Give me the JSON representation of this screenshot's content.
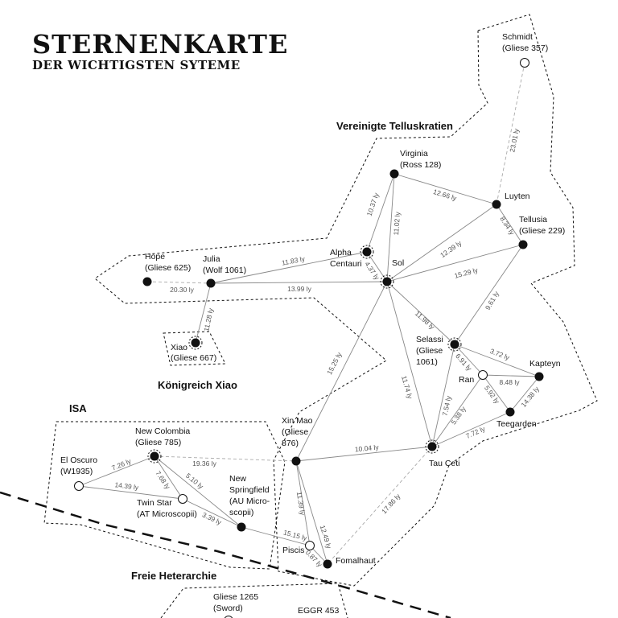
{
  "header": {
    "title": "STERNENKARTE",
    "subtitle": "DER WICHTIGSTEN SYTEME"
  },
  "regions": {
    "telluskratien": "Vereinigte Telluskratien",
    "xiao": "Königreich Xiao",
    "isa": "ISA",
    "heterarchie": "Freie Heterarchie"
  },
  "stars": {
    "schmidt": {
      "l1": "Schmidt",
      "l2": "(Gliese 357)"
    },
    "virginia": {
      "l1": "Virginia",
      "l2": "(Ross 128)"
    },
    "luyten": {
      "l1": "Luyten"
    },
    "tellusia": {
      "l1": "Tellusia",
      "l2": "(Gliese 229)"
    },
    "alpha": {
      "l1": "Alpha",
      "l2": "Centauri"
    },
    "sol": {
      "l1": "Sol"
    },
    "hope": {
      "l1": "Hope",
      "l2": "(Gliese 625)"
    },
    "julia": {
      "l1": "Julia",
      "l2": "(Wolf 1061)"
    },
    "xiao": {
      "l1": "Xiao",
      "l2": "(Gliese 667)"
    },
    "selassi": {
      "l1": "Selassi",
      "l2": "(Gliese",
      "l3": "1061)"
    },
    "ran": {
      "l1": "Ran"
    },
    "kapteyn": {
      "l1": "Kapteyn"
    },
    "teegarden": {
      "l1": "Teegarden"
    },
    "taueti": {
      "l1": "Tau Ceti"
    },
    "xinmao": {
      "l1": "Xin Mao",
      "l2": "(Gliese",
      "l3": "876)"
    },
    "newcolombia": {
      "l1": "New Colombia",
      "l2": "(Gliese 785)"
    },
    "eloscuro": {
      "l1": "El Oscuro",
      "l2": "(W1935)"
    },
    "twinstar": {
      "l1": "Twin Star",
      "l2": "(AT Microscopii)"
    },
    "springfield": {
      "l1": "New",
      "l2": "Springfield",
      "l3": "(AU Micro-",
      "l4": "scopii)"
    },
    "piscis": {
      "l1": "Piscis"
    },
    "fomalhaut": {
      "l1": "Fomalhaut"
    },
    "gliese1265": {
      "l1": "Gliese 1265",
      "l2": "(Sword)"
    },
    "eggr453": {
      "l1": "EGGR 453"
    }
  },
  "distances": {
    "schmidt_luyten": "23.01 ly",
    "virginia_luyten": "12.66 ly",
    "virginia_alpha": "10.37 ly",
    "virginia_sol": "11.02 ly",
    "luyten_tellusia": "8.34 ly",
    "luyten_sol": "12.39 ly",
    "tellusia_sol": "15.29 ly",
    "alpha_sol": "4.37 ly",
    "alpha_julia": "11.83 ly",
    "julia_sol": "13.99 ly",
    "hope_julia": "20.30 ly",
    "julia_xiao": "11.28 ly",
    "sol_selassi": "11.98 ly",
    "tellusia_kapteyn": "9.61 ly",
    "sol_xinmao": "15.25 ly",
    "sol_taueti": "11.74 ly",
    "selassi_kapteyn": "3.72 ly",
    "selassi_ran": "6.91 ly",
    "ran_kapteyn": "8.48 ly",
    "ran_teegarden": "5.92 ly",
    "kapteyn_teegarden": "14.38 ly",
    "selassi_taueti": "7.54 ly",
    "ran_taueti": "5.38 ly",
    "teegarden_taueti": "7.72 ly",
    "xinmao_taueti": "10.04 ly",
    "newcolombia_xinmao": "19.36 ly",
    "newcolombia_eloscuro": "7.26 ly",
    "eloscuro_twinstar": "14.39 ly",
    "newcolombia_twinstar": "7.68 ly",
    "newcolombia_springfield": "5.10 ly",
    "twinstar_springfield": "3.39 ly",
    "springfield_piscis": "15.15 ly",
    "xinmao_piscis": "11.39 ly",
    "xinmao_fomalhaut": "12.49 ly",
    "piscis_fomalhaut": "0.87 ly",
    "taueti_fomalhaut": "17.86 ly"
  }
}
